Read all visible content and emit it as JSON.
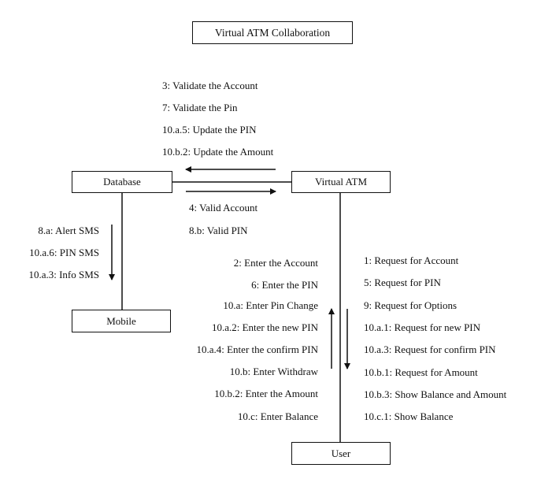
{
  "title": "Virtual ATM Collaboration",
  "objects": {
    "database": "Database",
    "virtual_atm": "Virtual ATM",
    "mobile": "Mobile",
    "user": "User"
  },
  "messages": {
    "atm_to_database": [
      "3: Validate the Account",
      "7: Validate the Pin",
      "10.a.5: Update the PIN",
      "10.b.2: Update the Amount"
    ],
    "database_to_atm": [
      "4: Valid Account",
      "8.b: Valid PIN"
    ],
    "database_to_mobile": [
      "8.a: Alert SMS",
      "10.a.6: PIN SMS",
      "10.a.3: Info SMS"
    ],
    "user_to_atm": [
      "2: Enter the Account",
      "6: Enter the PIN",
      "10.a: Enter Pin Change",
      "10.a.2: Enter the new PIN",
      "10.a.4: Enter the confirm PIN",
      "10.b: Enter Withdraw",
      "10.b.2: Enter the Amount",
      "10.c: Enter Balance"
    ],
    "atm_to_user": [
      "1: Request for Account",
      "5: Request for PIN",
      "9: Request for Options",
      "10.a.1: Request for new PIN",
      "10.a.3: Request for confirm PIN",
      "10.b.1: Request for Amount",
      "10.b.3: Show Balance and Amount",
      "10.c.1: Show Balance"
    ]
  },
  "colors": {
    "line": "#111111",
    "background": "#ffffff"
  }
}
